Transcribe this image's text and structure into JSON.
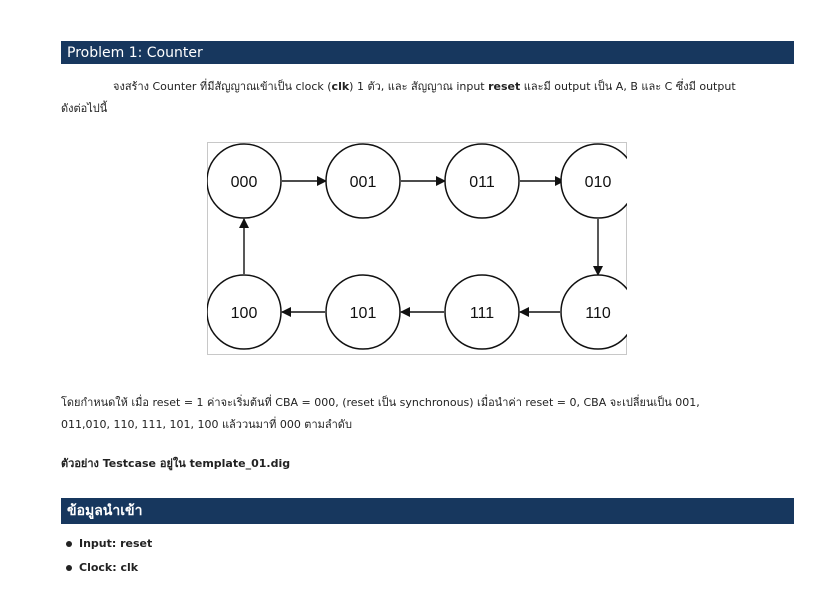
{
  "problem": {
    "heading": "Problem 1: Counter",
    "intro": {
      "p1": "จงสร้าง Counter ที่มีสัญญาณเข้าเป็น clock (",
      "clk": "clk",
      "p2": ") 1 ตัว, และ สัญญาณ input ",
      "reset": "reset",
      "p3": " และมี output เป็น A, B และ C ซึ่งมี output",
      "p4": "ดังต่อไปนี้"
    },
    "states": {
      "s000": "000",
      "s001": "001",
      "s011": "011",
      "s010": "010",
      "s110": "110",
      "s111": "111",
      "s101": "101",
      "s100": "100"
    },
    "reset_desc": {
      "line1": "โดยกำหนดให้ เมื่อ reset = 1 ค่าจะเริ่มต้นที่ CBA = 000, (reset เป็น synchronous) เมื่อนำค่า reset = 0, CBA จะเปลี่ยนเป็น 001,",
      "line2": "011,010, 110, 111, 101, 100 แล้ววนมาที่ 000 ตามลำดับ"
    },
    "example": "ตัวอย่าง Testcase อยู่ใน template_01.dig"
  },
  "inputs_section": {
    "heading": "ข้อมูลนำเข้า",
    "items": [
      "Input: reset",
      "Clock: clk"
    ]
  }
}
